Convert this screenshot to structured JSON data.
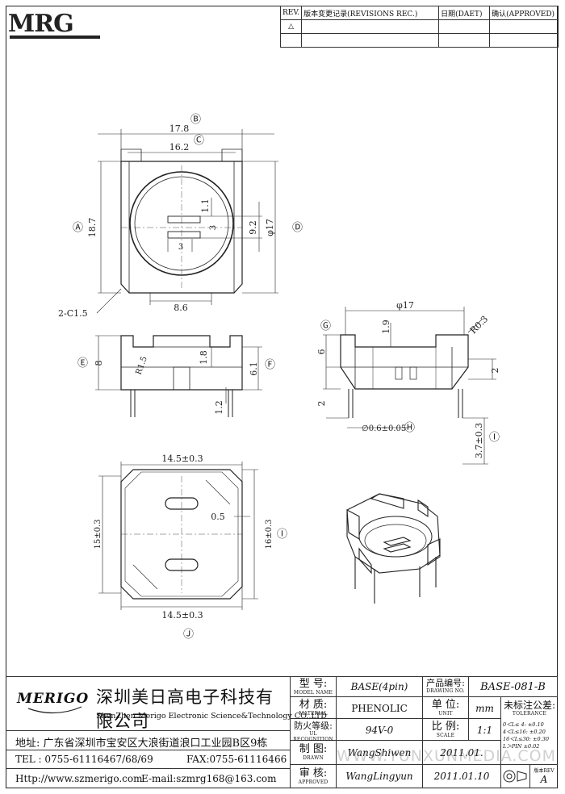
{
  "header": {
    "logo_text": "MRG",
    "revision_table": {
      "columns": [
        "REV.",
        "版本变更记录(REVISIONS REC.)",
        "日期(DAET)",
        "确认(APPROVED)"
      ],
      "rev_symbol": "△"
    }
  },
  "drawing": {
    "top_view": {
      "dims": [
        "17.8",
        "16.2",
        "18.7",
        "9.2",
        "φ17",
        "8.6",
        "1.1",
        "3",
        "3"
      ],
      "chamfer": "2-C1.5",
      "markers": [
        "B",
        "C",
        "A",
        "D"
      ]
    },
    "front_view": {
      "dims": [
        "8",
        "R1.5",
        "1.8",
        "6.1",
        "1.2"
      ],
      "markers": [
        "E",
        "F"
      ]
    },
    "section_view": {
      "dims": [
        "φ17",
        "1.9",
        "R0.3",
        "6",
        "2",
        "2",
        "∅0.6±0.05",
        "3.7±0.3"
      ],
      "markers": [
        "G",
        "H",
        "I"
      ]
    },
    "bottom_view": {
      "dims": [
        "14.5±0.3",
        "15±0.3",
        "0.5",
        "16±0.3",
        "14.5±0.3"
      ],
      "markers": [
        "I",
        "J"
      ]
    },
    "marker_glyphs": {
      "A": "Ⓐ",
      "B": "Ⓑ",
      "C": "Ⓒ",
      "D": "Ⓓ",
      "E": "Ⓔ",
      "F": "Ⓕ",
      "G": "Ⓖ",
      "H": "Ⓗ",
      "I": "Ⓘ",
      "J": "Ⓙ"
    }
  },
  "title_block": {
    "brand_script": "MERIGO",
    "company_cn": "深圳美日高电子科技有限公司",
    "company_en": "ShenZhen Merigo Electronic Science&Technology CO.,LTD",
    "address": "地址: 广东省深圳市宝安区大浪街道浪口工业园B区9栋",
    "tel": "TEL : 0755-61116467/68/69",
    "fax": "FAX:0755-61116466",
    "web": "Http://www.szmerigo.com",
    "email": "E-mail:szmrg168@163.com",
    "fields": {
      "model_label": "型 号:",
      "model_sub": "MODEL NAME",
      "model_value": "BASE(4pin)",
      "material_label": "材 质:",
      "material_sub": "MATERIAL",
      "material_value": "PHENOLIC",
      "ul_label": "防火等级:",
      "ul_sub": "UL RECOGNITION",
      "ul_value": "94V-0",
      "drawn_label": "制 图:",
      "drawn_sub": "DRAWN",
      "drawn_value": "WangShiwen",
      "approved_label": "审 核:",
      "approved_sub": "APPROVED",
      "approved_value": "WangLingyun",
      "drawing_no_label": "产品编号:",
      "drawing_no_sub": "DRAWING NO.",
      "drawing_no_value": "BASE-081-B",
      "unit_label": "单 位:",
      "unit_sub": "UNIT",
      "unit_value": "mm",
      "scale_label": "比 例:",
      "scale_sub": "SCALE",
      "scale_value": "1:1",
      "date_partial": "2011.01.",
      "date_value": "2011.01.10",
      "tolerance_label": "未标注公差:",
      "tolerance_sub": "TOLERANCE",
      "tolerance_rows": [
        "0＜L≤ 4:  ±0.10",
        "4＜L≤16:  ±0.20",
        "16＜L≤30:  ±0.30",
        "L＞PIN  ±0.02"
      ],
      "version_label": "版本REV",
      "version_value": "A"
    },
    "watermark": "WWW.YUNXUNMEDIA.COM"
  }
}
